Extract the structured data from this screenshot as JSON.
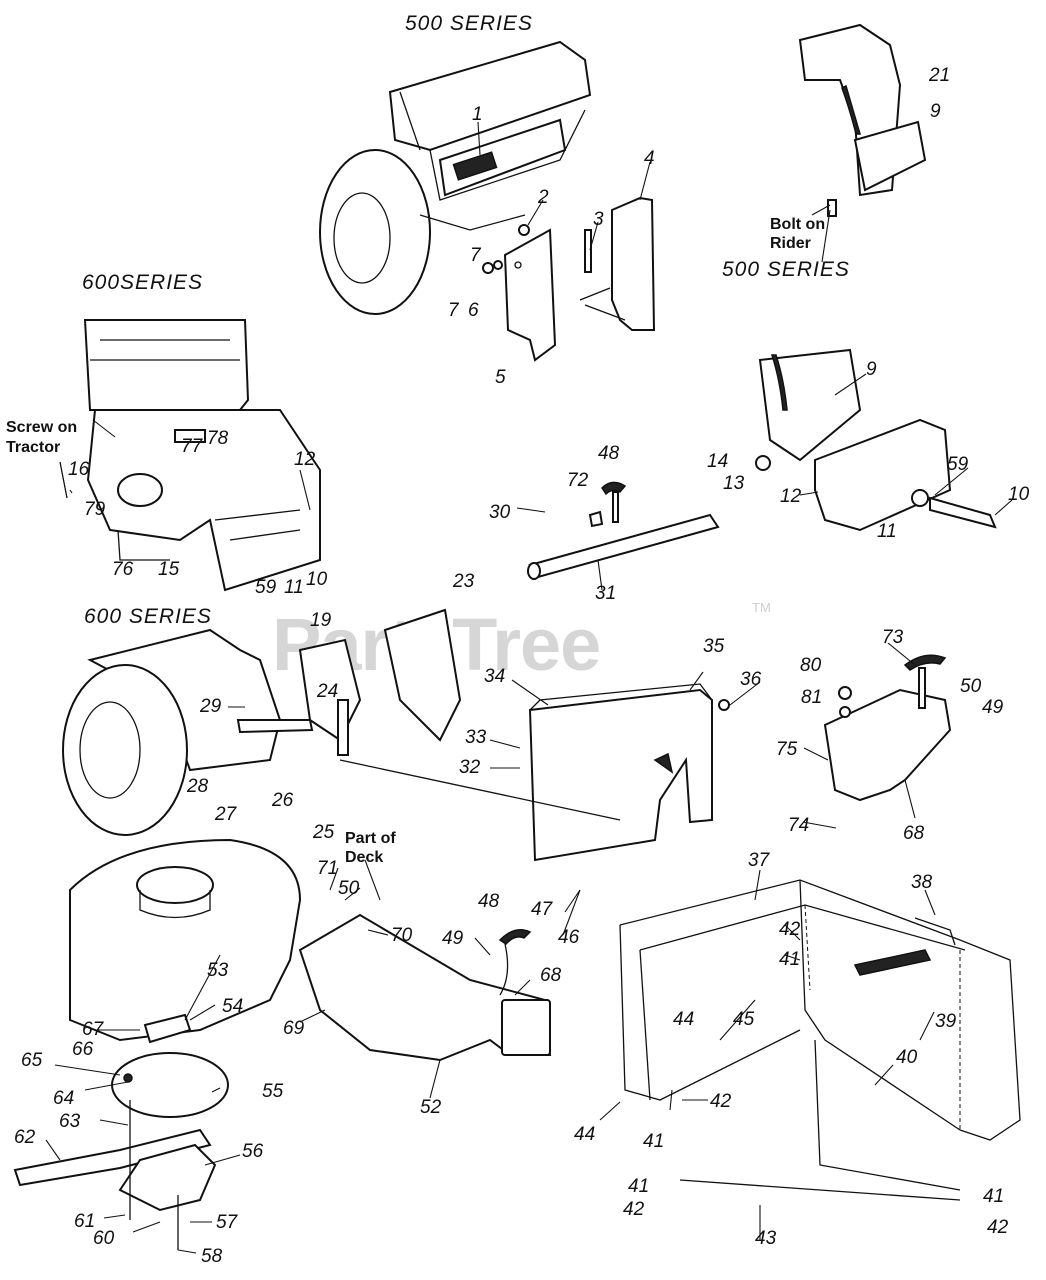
{
  "headings": {
    "series_500_top": "500 SERIES",
    "series_500_right": "500 SERIES",
    "series_600_upper": "600SERIES",
    "series_600_lower": "600 SERIES"
  },
  "notes": {
    "bolt_on_rider_1": "Bolt on",
    "bolt_on_rider_2": "Rider",
    "screw_on_tractor_1": "Screw on",
    "screw_on_tractor_2": "Tractor",
    "part_of_deck_1": "Part of",
    "part_of_deck_2": "Deck"
  },
  "watermark": {
    "brand": "PartsTree",
    "trademark": "TM"
  },
  "part_numbers": {
    "p1": "1",
    "p2": "2",
    "p3": "3",
    "p4": "4",
    "p5": "5",
    "p6": "6",
    "p7a": "7",
    "p7b": "7",
    "p9a": "9",
    "p9b": "9",
    "p10a": "10",
    "p10b": "10",
    "p11a": "11",
    "p11b": "11",
    "p12a": "12",
    "p12b": "12",
    "p13": "13",
    "p14": "14",
    "p15": "15",
    "p16": "16",
    "p19": "19",
    "p21": "21",
    "p23": "23",
    "p24": "24",
    "p25": "25",
    "p26": "26",
    "p27": "27",
    "p28": "28",
    "p29": "29",
    "p30": "30",
    "p31": "31",
    "p32": "32",
    "p33": "33",
    "p34": "34",
    "p35": "35",
    "p36": "36",
    "p37": "37",
    "p38": "38",
    "p39": "39",
    "p40": "40",
    "p41a": "41",
    "p41b": "41",
    "p41c": "41",
    "p41d": "41",
    "p42a": "42",
    "p42b": "42",
    "p42c": "42",
    "p42d": "42",
    "p43": "43",
    "p44a": "44",
    "p44b": "44",
    "p45": "45",
    "p46": "46",
    "p47": "47",
    "p48a": "48",
    "p48b": "48",
    "p49a": "49",
    "p49b": "49",
    "p50a": "50",
    "p50b": "50",
    "p52": "52",
    "p53": "53",
    "p54": "54",
    "p55": "55",
    "p56": "56",
    "p57": "57",
    "p58": "58",
    "p59a": "59",
    "p59b": "59",
    "p60": "60",
    "p61": "61",
    "p62": "62",
    "p63": "63",
    "p64": "64",
    "p65": "65",
    "p66": "66",
    "p67": "67",
    "p68a": "68",
    "p68b": "68",
    "p69": "69",
    "p70": "70",
    "p71": "71",
    "p72": "72",
    "p73": "73",
    "p74": "74",
    "p75": "75",
    "p76": "76",
    "p77": "77",
    "p78": "78",
    "p79": "79",
    "p80": "80",
    "p81": "81"
  }
}
